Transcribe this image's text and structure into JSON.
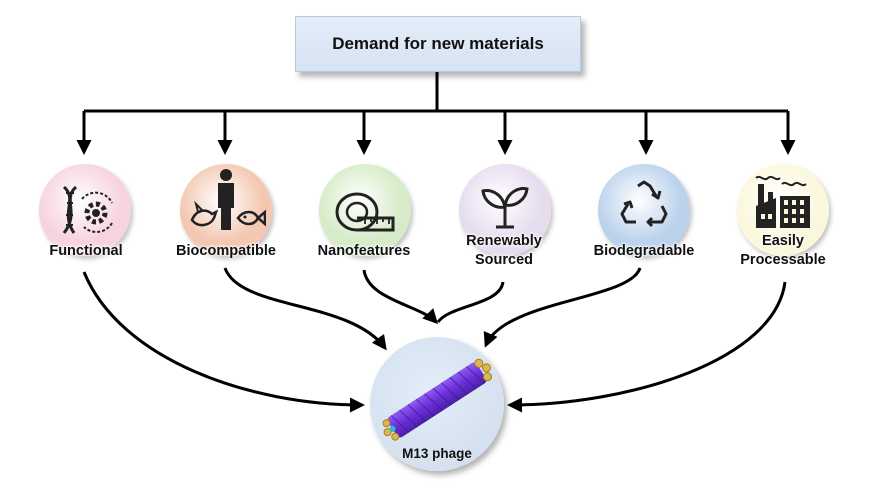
{
  "title": "Demand for new materials",
  "properties": [
    {
      "label_lines": [
        "Functional"
      ],
      "color": "#f7d3df",
      "icon": "dna-gear-icon"
    },
    {
      "label_lines": [
        "Biocompatible"
      ],
      "color": "#f3c8b2",
      "icon": "person-bird-fish-icon"
    },
    {
      "label_lines": [
        "Nanofeatures"
      ],
      "color": "#d6ebc8",
      "icon": "measuring-tape-icon"
    },
    {
      "label_lines": [
        "Renewably",
        "Sourced"
      ],
      "color": "#e6dcef",
      "icon": "sprout-icon"
    },
    {
      "label_lines": [
        "Biodegradable"
      ],
      "color": "#bcd2ec",
      "icon": "recycle-icon"
    },
    {
      "label_lines": [
        "Easily",
        "Processable"
      ],
      "color": "#fbf7dc",
      "icon": "factory-icon"
    }
  ],
  "target": {
    "label": "M13 phage",
    "icon": "m13-phage-icon"
  },
  "colors": {
    "arrow": "#000000",
    "phage_body": "#6a2fd8",
    "phage_tip": "#e0b84a"
  }
}
